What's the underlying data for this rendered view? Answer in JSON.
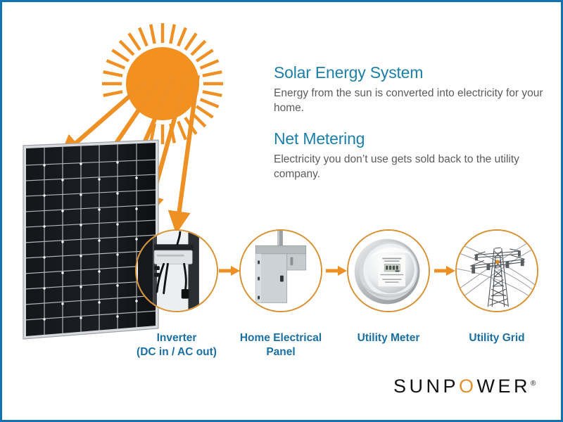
{
  "page": {
    "background": "#ffffff",
    "border_color": "#1572b0",
    "accent_orange": "#f2911f",
    "circle_stroke": "#d99233",
    "heading_blue": "#1c7fa8",
    "label_blue": "#1a6fa3",
    "body_gray": "#5a5b5d"
  },
  "sections": [
    {
      "heading": "Solar Energy System",
      "body": "Energy from the sun is converted into electricity for your home."
    },
    {
      "heading": "Net Metering",
      "body": "Electricity you don’t use gets sold back to the utility company."
    }
  ],
  "flow": {
    "nodes": [
      {
        "label": "Inverter\n(DC in / AC out)",
        "icon": "microinverter-icon"
      },
      {
        "label": "Home Electrical\nPanel",
        "icon": "breaker-panel-icon"
      },
      {
        "label": "Utility Meter",
        "icon": "utility-meter-icon"
      },
      {
        "label": "Utility Grid",
        "icon": "transmission-tower-icon"
      }
    ],
    "arrow_glyph": "→"
  },
  "graphics": {
    "sun": "sun-icon",
    "solar_panel": "solar-panel-icon",
    "sun_rays_count": 5
  },
  "logo": {
    "part1": "SUNP",
    "highlight": "O",
    "part2": "WER",
    "registered": "®"
  }
}
